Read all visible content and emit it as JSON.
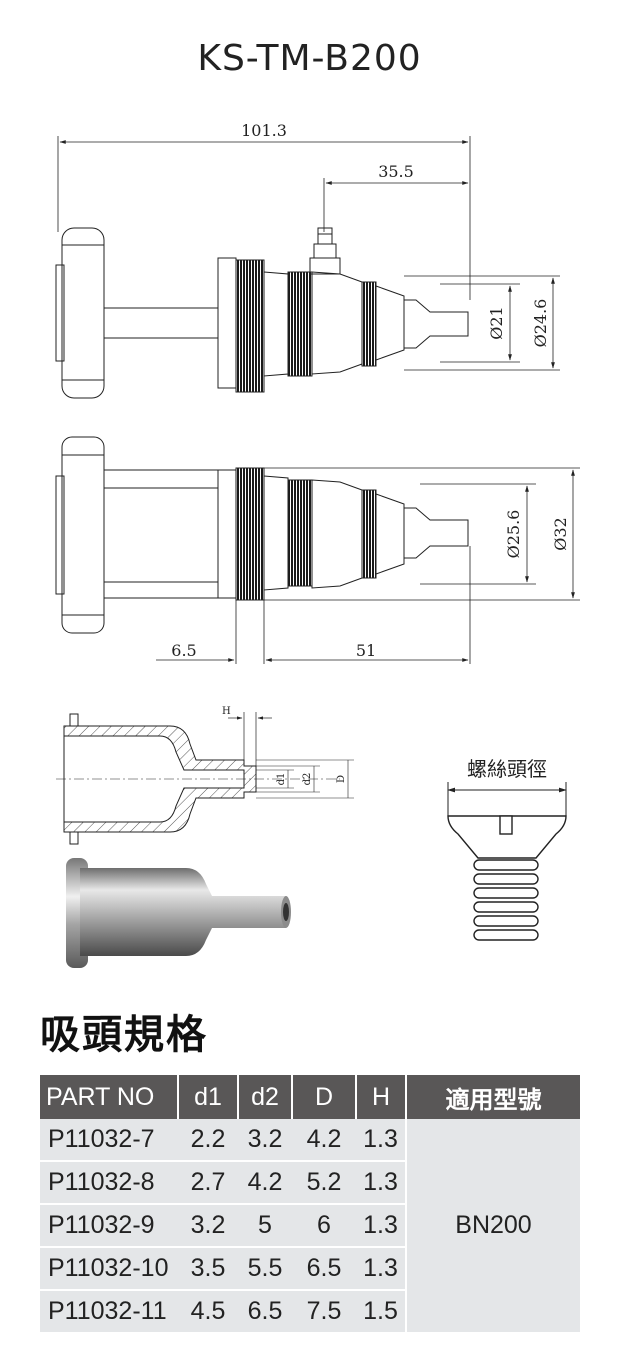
{
  "title": "KS-TM-B200",
  "dimensions": {
    "total_length": "101.3",
    "tip_length": "35.5",
    "dia_21": "Ø21",
    "dia_24_6": "Ø24.6",
    "dia_25_6": "Ø25.6",
    "dia_32": "Ø32",
    "len_6_5": "6.5",
    "len_51": "51"
  },
  "nozzle_labels": {
    "h": "H",
    "d1": "d1",
    "d2": "d2",
    "d": "D"
  },
  "screw_label": "螺絲頭徑",
  "spec_heading": "吸頭規格",
  "table": {
    "headers": [
      "PART NO",
      "d1",
      "d2",
      "D",
      "H",
      "適用型號"
    ],
    "model": "BN200",
    "rows": [
      [
        "P11032-7",
        "2.2",
        "3.2",
        "4.2",
        "1.3"
      ],
      [
        "P11032-8",
        "2.7",
        "4.2",
        "5.2",
        "1.3"
      ],
      [
        "P11032-9",
        "3.2",
        "5",
        "6",
        "1.3"
      ],
      [
        "P11032-10",
        "3.5",
        "5.5",
        "6.5",
        "1.3"
      ],
      [
        "P11032-11",
        "4.5",
        "6.5",
        "7.5",
        "1.5"
      ]
    ]
  }
}
